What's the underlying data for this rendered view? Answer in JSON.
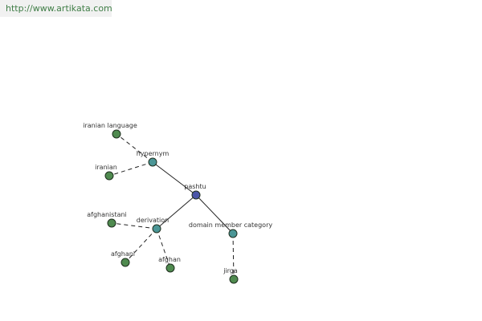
{
  "header": {
    "url_text": "http://www.artikata.com"
  },
  "colors": {
    "root": "#4a55a8",
    "relation": "#4b9696",
    "term": "#4f8a4f",
    "url_text": "#3f7d46"
  },
  "graph": {
    "nodes": [
      {
        "id": "pashtu",
        "label": "pashtu",
        "kind": "root"
      },
      {
        "id": "hypernym",
        "label": "hypernym",
        "kind": "relation"
      },
      {
        "id": "derivation",
        "label": "derivation",
        "kind": "relation"
      },
      {
        "id": "domain_member_category",
        "label": "domain member category",
        "kind": "relation"
      },
      {
        "id": "iranian_language",
        "label": "iranian language",
        "kind": "term"
      },
      {
        "id": "iranian",
        "label": "iranian",
        "kind": "term"
      },
      {
        "id": "afghanistani",
        "label": "afghanistani",
        "kind": "term"
      },
      {
        "id": "afghani",
        "label": "afghani",
        "kind": "term"
      },
      {
        "id": "afghan",
        "label": "afghan",
        "kind": "term"
      },
      {
        "id": "jirga",
        "label": "jirga",
        "kind": "term"
      }
    ],
    "edges": [
      {
        "from": "pashtu",
        "to": "hypernym",
        "style": "solid"
      },
      {
        "from": "pashtu",
        "to": "derivation",
        "style": "solid"
      },
      {
        "from": "pashtu",
        "to": "domain_member_category",
        "style": "solid"
      },
      {
        "from": "hypernym",
        "to": "iranian_language",
        "style": "dashed"
      },
      {
        "from": "hypernym",
        "to": "iranian",
        "style": "dashed"
      },
      {
        "from": "derivation",
        "to": "afghanistani",
        "style": "dashed"
      },
      {
        "from": "derivation",
        "to": "afghani",
        "style": "dashed"
      },
      {
        "from": "derivation",
        "to": "afghan",
        "style": "dashed"
      },
      {
        "from": "domain_member_category",
        "to": "jirga",
        "style": "dashed"
      }
    ]
  }
}
